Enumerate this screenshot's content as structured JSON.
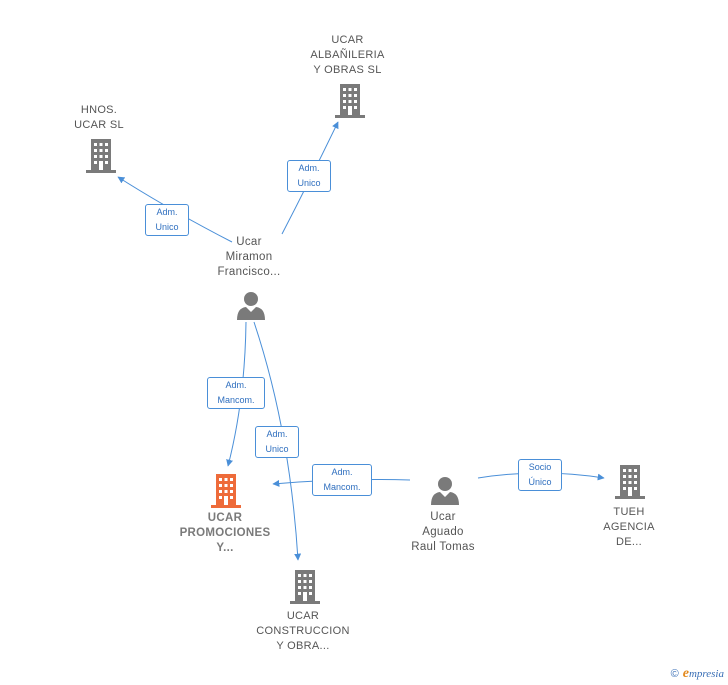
{
  "colors": {
    "edge": "#4a8fd8",
    "building": "#7a7a7a",
    "building_focus": "#ee6b3a",
    "person": "#7a7a7a"
  },
  "nodes": {
    "hnos_ucar": {
      "lines": [
        "HNOS.",
        "UCAR SL"
      ],
      "icon": "building-icon"
    },
    "ucar_albanileria": {
      "lines": [
        "UCAR",
        "ALBAÑILERIA",
        "Y OBRAS  SL"
      ],
      "icon": "building-icon"
    },
    "ucar_miramon": {
      "lines": [
        "Ucar",
        "Miramon",
        "Francisco..."
      ],
      "icon": "person-icon"
    },
    "ucar_promociones": {
      "lines": [
        "UCAR",
        "PROMOCIONES",
        "Y..."
      ],
      "icon": "building-icon"
    },
    "ucar_construccion": {
      "lines": [
        "UCAR",
        "CONSTRUCCION",
        "Y OBRA..."
      ],
      "icon": "building-icon"
    },
    "ucar_aguado": {
      "lines": [
        "Ucar",
        "Aguado",
        "Raul Tomas"
      ],
      "icon": "person-icon"
    },
    "tueh_agencia": {
      "lines": [
        "TUEH",
        "AGENCIA",
        "DE..."
      ],
      "icon": "building-icon"
    }
  },
  "edges": {
    "miramon_hnos": [
      "Adm.",
      "Unico"
    ],
    "miramon_albanileria": [
      "Adm.",
      "Unico"
    ],
    "miramon_promociones": [
      "Adm.",
      "Mancom."
    ],
    "miramon_construccion": [
      "Adm.",
      "Unico"
    ],
    "aguado_promociones": [
      "Adm.",
      "Mancom."
    ],
    "aguado_tueh": [
      "Socio",
      "Único"
    ]
  },
  "watermark": {
    "copyright": "©",
    "brand_initial": "e",
    "brand_rest": "mpresia"
  }
}
